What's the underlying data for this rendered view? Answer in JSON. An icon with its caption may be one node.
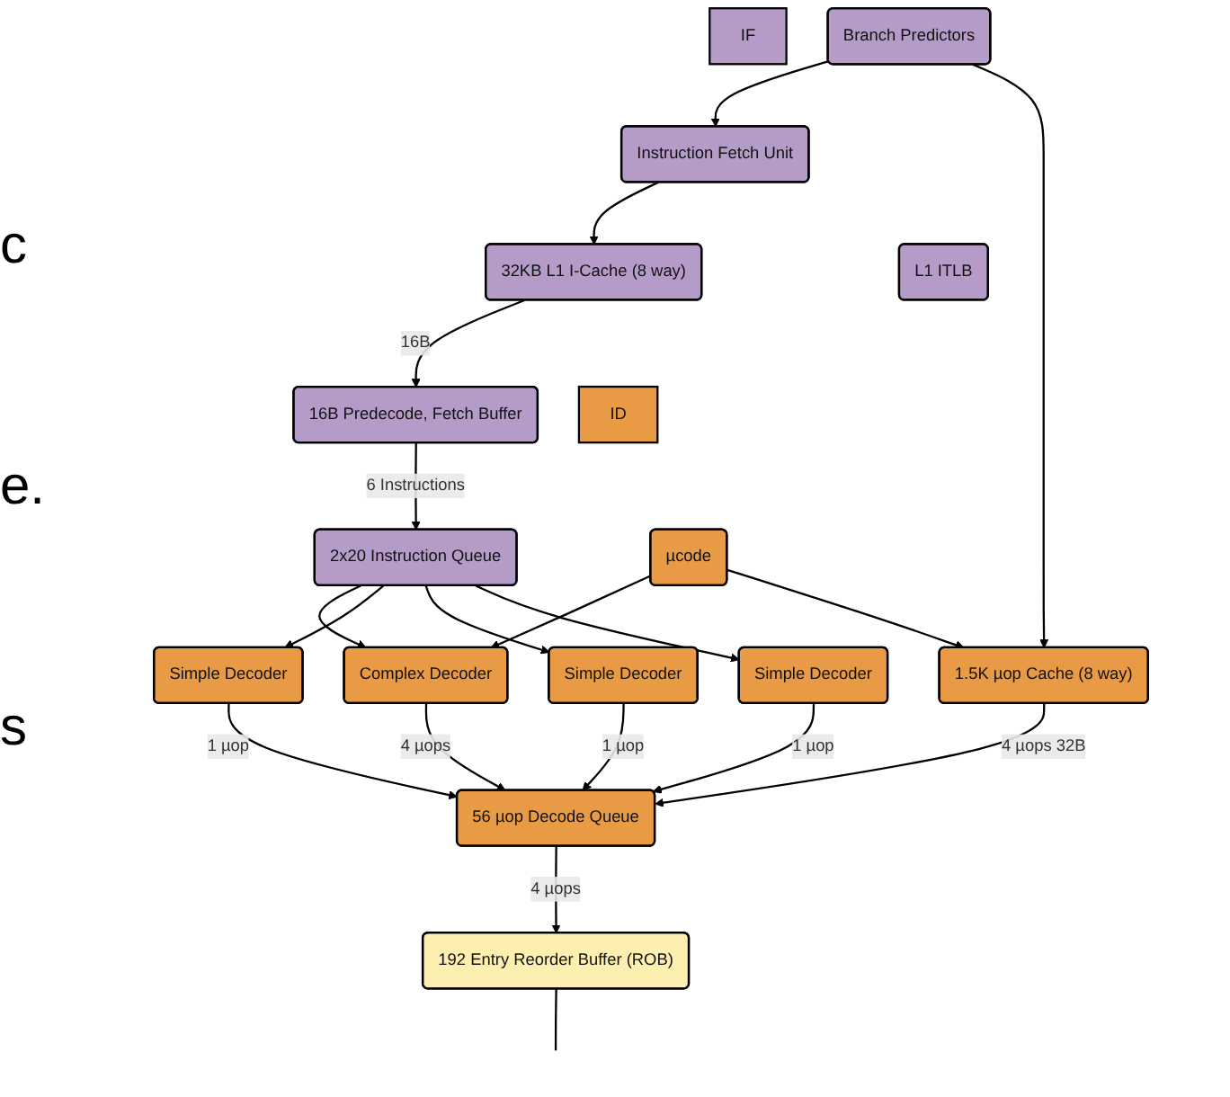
{
  "diagram": {
    "nodes": [
      {
        "text": [
          "IF"
        ]
      },
      {
        "text": [
          "Branch Predictors"
        ]
      },
      {
        "text": [
          "Instruction Fetch Unit"
        ]
      },
      {
        "text": [
          "L1 ITLB"
        ]
      },
      {
        "text": [
          "32KB L1 I-Cache (8 way)"
        ]
      },
      {
        "text": [
          "16B Predecode, Fetch Buffer"
        ]
      },
      {
        "text": [
          "2x20 Instruction Queue"
        ]
      },
      {
        "text": [
          "ID"
        ]
      },
      {
        "text": [
          "µcode"
        ]
      },
      {
        "text": [
          "Complex Decoder"
        ]
      },
      {
        "text": [
          "Simple Decoder"
        ]
      },
      {
        "text": [
          "Simple Decoder"
        ]
      },
      {
        "text": [
          "Simple Decoder"
        ]
      },
      {
        "text": [
          "1.5K µop Cache (8 way)"
        ]
      },
      {
        "text": [
          "56 µop Decode Queue"
        ]
      },
      {
        "text": [
          "192 Entry Reorder Buffer (ROB)"
        ]
      }
    ],
    "edges": [
      {
        "from": 1,
        "to": 2,
        "arrow": "to"
      },
      {
        "from": 2,
        "to": 4,
        "arrow": "to"
      },
      {
        "from": 4,
        "to": 5,
        "arrow": "to",
        "label": "16B"
      },
      {
        "from": 5,
        "to": 6,
        "arrow": "to",
        "label": "6 Instructions"
      },
      {
        "from": 6,
        "to": 9,
        "arrow": "to"
      },
      {
        "from": 6,
        "to": 10,
        "arrow": "to"
      },
      {
        "from": 6,
        "to": 11,
        "arrow": "to"
      },
      {
        "from": 6,
        "to": 12,
        "arrow": "to"
      },
      {
        "from": 8,
        "to": 9,
        "arrow": "to"
      },
      {
        "from": 1,
        "to": 13,
        "arrow": "to"
      },
      {
        "from": 8,
        "to": 13,
        "arrow": "to"
      },
      {
        "from": 9,
        "to": 14,
        "arrow": "to",
        "label": "4 µops"
      },
      {
        "from": 10,
        "to": 14,
        "arrow": "to",
        "label": "1 µop"
      },
      {
        "from": 11,
        "to": 14,
        "arrow": "to",
        "label": "1 µop"
      },
      {
        "from": 12,
        "to": 14,
        "arrow": "to",
        "label": "1 µop"
      },
      {
        "from": 13,
        "to": 14,
        "arrow": "to",
        "label": "4 µops 32B"
      },
      {
        "from": 14,
        "to": 15,
        "arrow": "to",
        "label": "4 µops"
      },
      {
        "from": 15,
        "to": null,
        "arrow": "none"
      }
    ],
    "labels": [
      "c",
      "e.",
      "s"
    ]
  }
}
